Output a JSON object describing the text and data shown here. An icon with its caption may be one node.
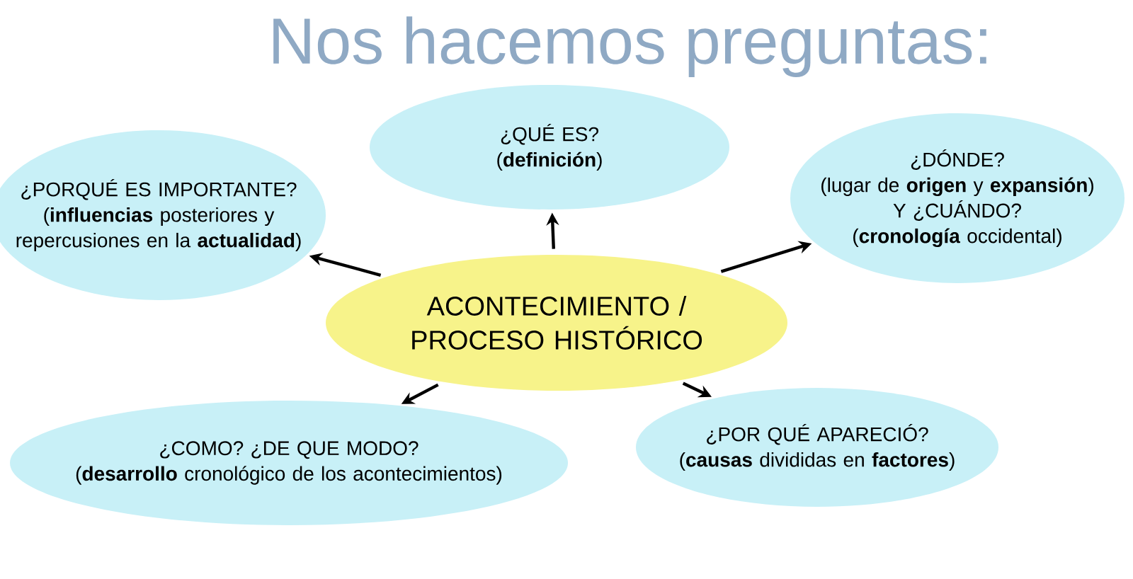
{
  "diagram": {
    "title": "Nos hacemos preguntas:",
    "nodes": [
      {
        "text": [
          "ACONTECIMIENTO / PROCESO HISTÓRICO"
        ]
      },
      {
        "text": [
          "¿QUÉ ES?",
          "(**definición**)"
        ]
      },
      {
        "text": [
          "¿PORQUÉ ES IMPORTANTE?",
          "(**influencias** posteriores y repercusiones en la **actualidad**)"
        ]
      },
      {
        "text": [
          "¿DÓNDE?",
          "(lugar de **origen** y **expansión**)",
          "Y ¿CUÁNDO?",
          "(**cronología** occidental)"
        ]
      },
      {
        "text": [
          "¿COMO? ¿DE QUE MODO?",
          "(**desarrollo** cronológico de los acontecimientos)"
        ]
      },
      {
        "text": [
          "¿POR QUÉ APARECIÓ?",
          "(**causas** divididas en **factores**)"
        ]
      }
    ],
    "edges": [
      {
        "from": 0,
        "to": 1,
        "arrow": "to"
      },
      {
        "from": 0,
        "to": 2,
        "arrow": "to"
      },
      {
        "from": 0,
        "to": 3,
        "arrow": "to"
      },
      {
        "from": 0,
        "to": 4,
        "arrow": "to"
      },
      {
        "from": 0,
        "to": 5,
        "arrow": "to"
      }
    ]
  }
}
